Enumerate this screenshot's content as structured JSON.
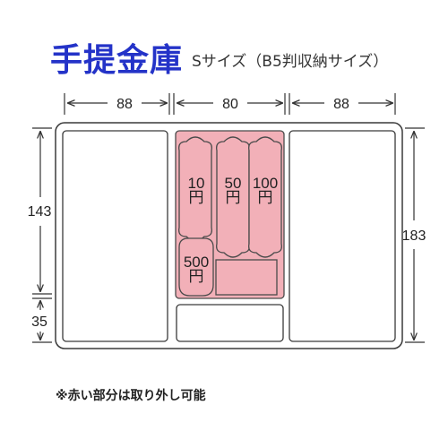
{
  "title": "手提金庫",
  "subtitle": "Sサイズ（B5判収納サイズ）",
  "note": "※赤い部分は取り外し可能",
  "colors": {
    "title": "#2433c8",
    "outline": "#3a3a3a",
    "removable_fill": "#f2b0b8",
    "removable_stroke": "#4a4a4a",
    "dimension_line": "#333333"
  },
  "dimensions": {
    "left_width": "88",
    "middle_width": "80",
    "right_width": "88",
    "upper_height": "143",
    "lower_height": "35",
    "total_height": "183"
  },
  "coin_slots": [
    {
      "value": "10",
      "unit": "円"
    },
    {
      "value": "50",
      "unit": "円"
    },
    {
      "value": "100",
      "unit": "円"
    },
    {
      "value": "500",
      "unit": "円"
    }
  ]
}
